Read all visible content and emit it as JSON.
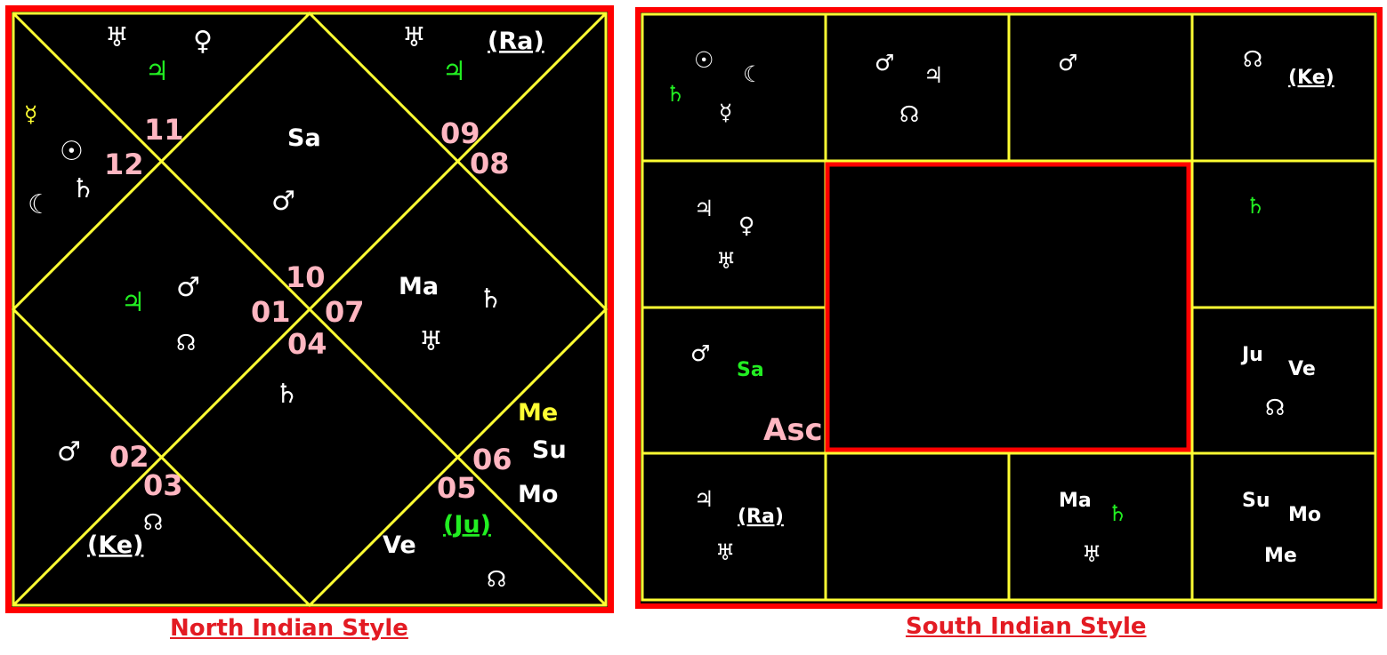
{
  "captions": {
    "north": "North Indian Style",
    "south": "South Indian Style"
  },
  "colors": {
    "border_red": "#ff0000",
    "line_yellow": "#ffff33",
    "background": "#000000",
    "house_number": "#ffb6c1",
    "planet_white": "#ffffff",
    "planet_green": "#22ee22",
    "planet_yellow": "#ffff33"
  },
  "north": {
    "house_numbers": [
      "11",
      "12",
      "09",
      "08",
      "10",
      "01",
      "07",
      "04",
      "02",
      "03",
      "06",
      "05"
    ],
    "labels": {
      "ra": "(Ra)",
      "sa": "Sa",
      "ma": "Ma",
      "me": "Me",
      "su": "Su",
      "mo": "Mo",
      "ju": "(Ju)",
      "ke": "(Ke)",
      "ve": "Ve"
    },
    "glyphs": {
      "uranus": "♅",
      "venus": "♀",
      "jupiter": "♃",
      "mercury": "☿",
      "sun": "☉",
      "moon": "☾",
      "saturn": "♄",
      "mars": "♂",
      "node": "☊"
    }
  },
  "south": {
    "labels": {
      "ke": "(Ke)",
      "sa": "Sa",
      "asc": "Asc",
      "ju": "Ju",
      "ve": "Ve",
      "ra": "(Ra)",
      "ma": "Ma",
      "su": "Su",
      "mo": "Mo",
      "me": "Me"
    },
    "glyphs": {
      "uranus": "♅",
      "venus": "♀",
      "jupiter": "♃",
      "mercury": "☿",
      "sun": "☉",
      "moon": "☾",
      "saturn": "♄",
      "mars": "♂",
      "node": "☊"
    }
  }
}
